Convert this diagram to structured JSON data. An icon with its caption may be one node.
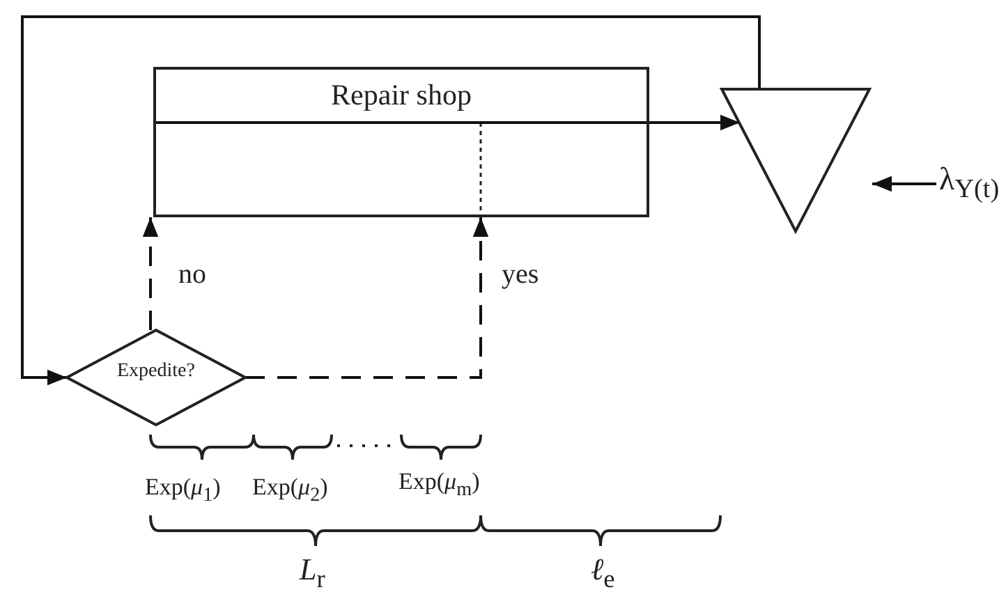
{
  "diagram": {
    "nodes": [
      {
        "text": [
          "Repair shop"
        ]
      },
      {
        "text": [],
        "shape": "triangle"
      },
      {
        "text": [
          "λ$_{Y(t)}$"
        ]
      },
      {
        "text": [
          "Expedite?"
        ]
      }
    ],
    "edges": [
      {
        "from": 0,
        "to": 1,
        "arrow": "to"
      },
      {
        "from": 2,
        "to": 1,
        "arrow": "to"
      },
      {
        "from": 1,
        "to": 3,
        "arrow": "to"
      },
      {
        "from": 3,
        "to": 0,
        "arrow": "to",
        "label": "no",
        "style": "dashed"
      },
      {
        "from": 3,
        "to": 0,
        "arrow": "to",
        "label": "yes",
        "style": "dashed"
      }
    ],
    "labels": [
      "Exp(*μ*$_{1}$)",
      "Exp(*μ*$_{2}$)",
      "Exp(*μ*$_{m}$)",
      "*L*$_{r}$",
      "*ℓ*$_{e}$"
    ]
  }
}
